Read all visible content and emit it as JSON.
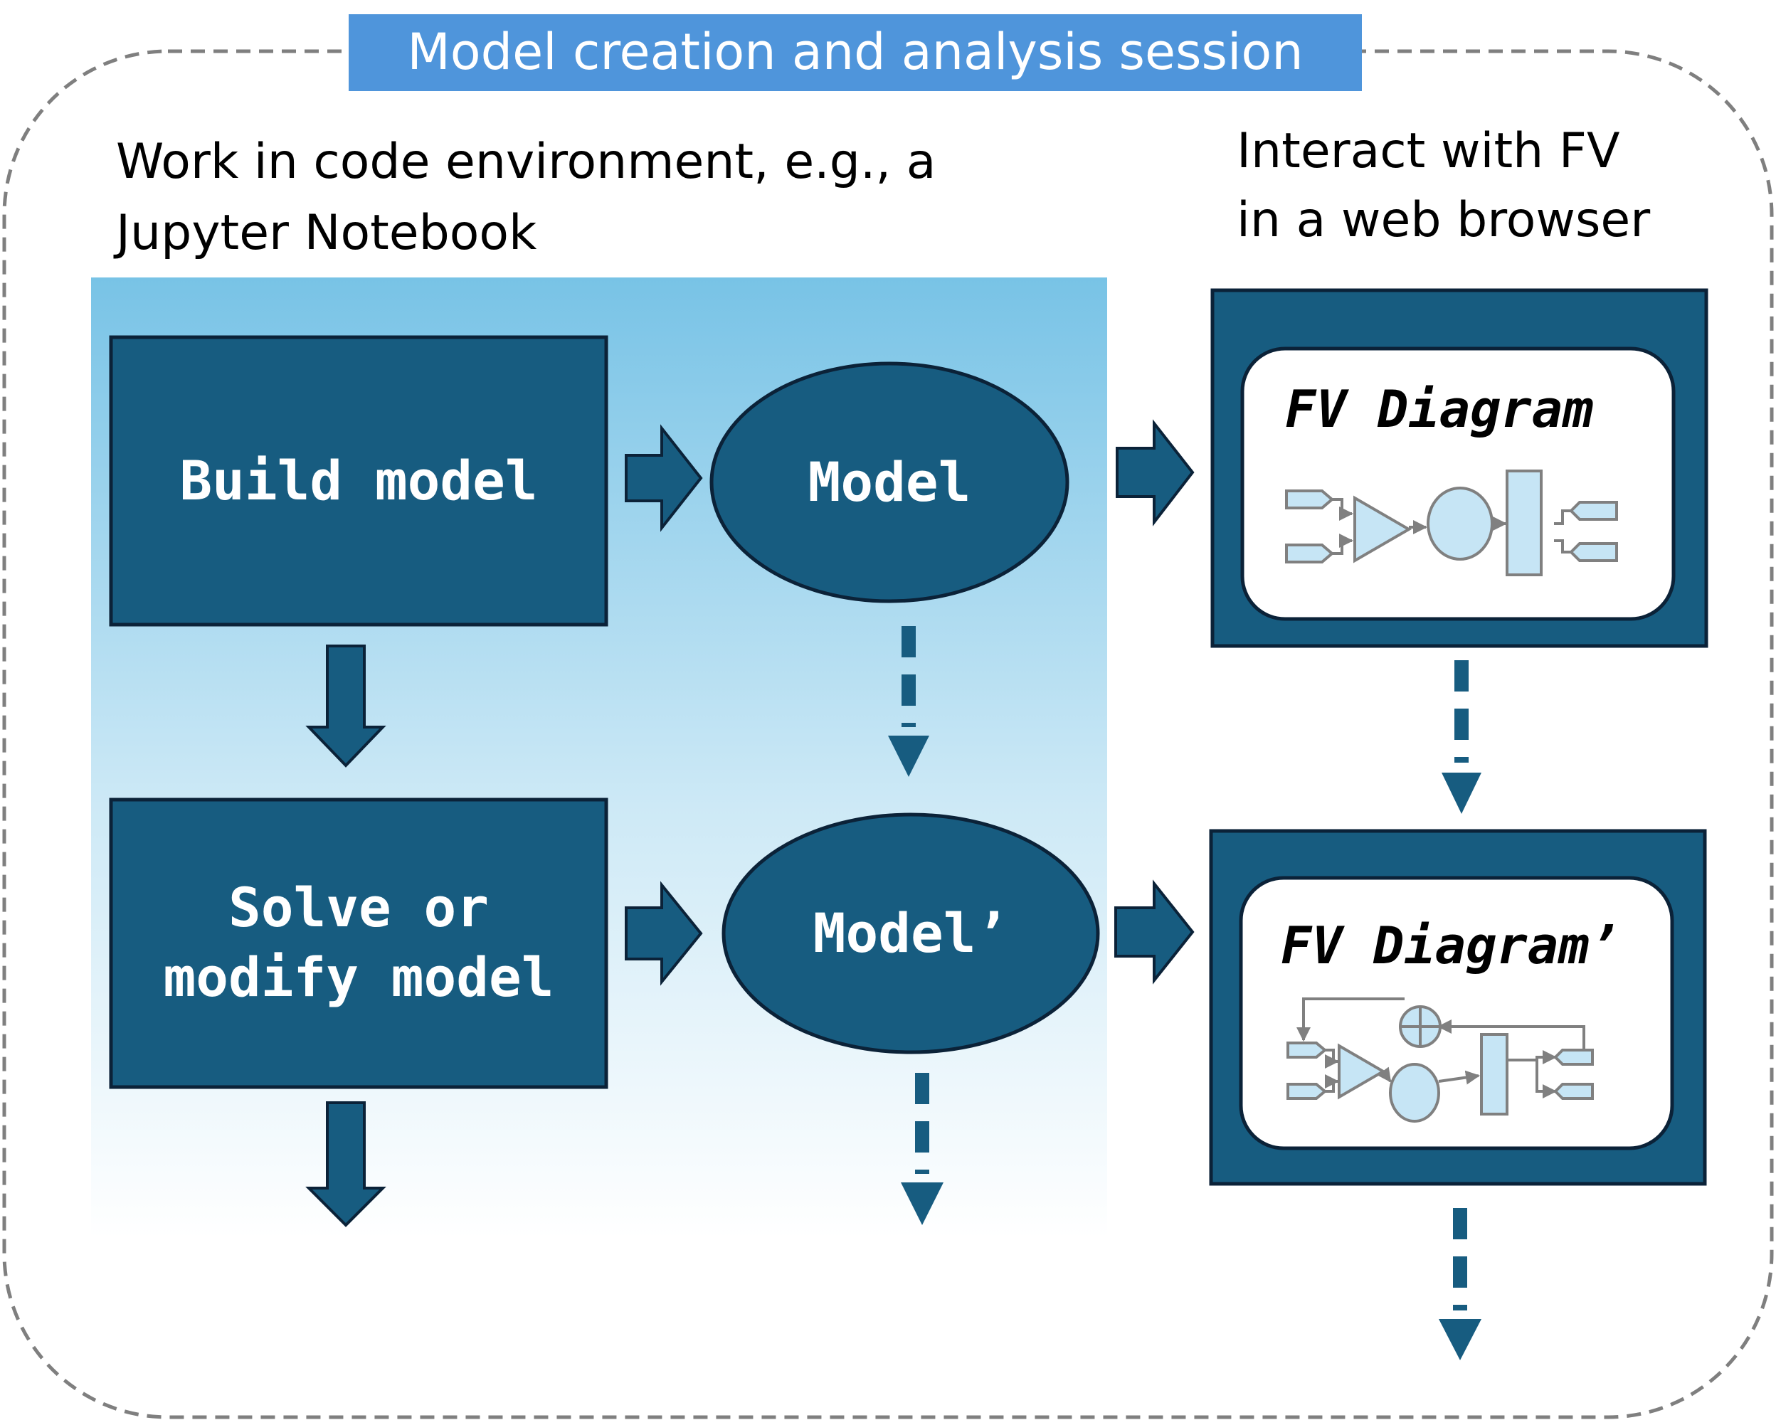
{
  "session": {
    "title": "Model creation and analysis session"
  },
  "code_env": {
    "caption_line1": "Work in code environment, e.g., a",
    "caption_line2": "Jupyter Notebook",
    "build_label": "Build model",
    "solve_label_line1": "Solve or",
    "solve_label_line2": "modify model",
    "model_label": "Model",
    "model_prime_label": "Model’"
  },
  "browser": {
    "caption_line1": "Interact with FV",
    "caption_line2": "in a web browser",
    "diagram_label": "FV Diagram",
    "diagram_prime_label": "FV Diagram’"
  },
  "colors": {
    "dark_box": "#175c80",
    "title_bg": "#4f95db",
    "panel_gradient_top": "#78c3e6",
    "panel_gradient_bottom": "#ffffff",
    "mini_fill": "#c6e5f5",
    "mini_stroke": "#808080"
  }
}
